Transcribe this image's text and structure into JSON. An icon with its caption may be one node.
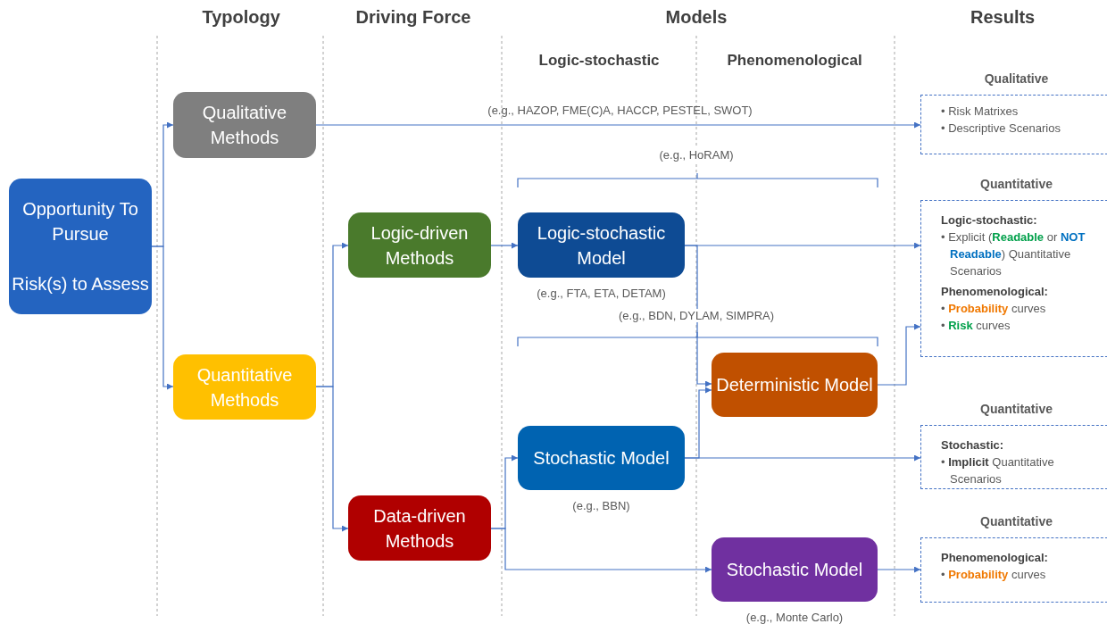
{
  "diagram": {
    "nodes": [
      {
        "text": [
          "Opportunity To Pursue",
          "Risk(s) to Assess"
        ]
      },
      {
        "text": [
          "Qualitative Methods"
        ]
      },
      {
        "text": [
          "Quantitative Methods"
        ]
      },
      {
        "text": [
          "Logic-driven Methods"
        ]
      },
      {
        "text": [
          "Data-driven Methods"
        ]
      },
      {
        "text": [
          "Logic-stochastic Model"
        ],
        "beside": [
          "(e.g., FTA, ETA, DETAM)"
        ]
      },
      {
        "text": [
          "Deterministic Model"
        ]
      },
      {
        "text": [
          "Stochastic Model"
        ],
        "beside": [
          "(e.g., BBN)"
        ]
      },
      {
        "text": [
          "Stochastic Model"
        ],
        "beside": [
          "(e.g., Monte Carlo)"
        ]
      },
      {
        "text": [
          "Qualitative",
          "• Risk Matrixes",
          "• Descriptive Scenarios"
        ]
      },
      {
        "text": [
          "Quantitative",
          "Logic-stochastic:",
          "• Explicit (**Readable** or **NOT Readable**) Quantitative Scenarios",
          "Phenomenological:",
          "• **Probability** curves",
          "• **Risk** curves"
        ]
      },
      {
        "text": [
          "Quantitative",
          "Stochastic:",
          "• **Implicit** Quantitative Scenarios"
        ]
      },
      {
        "text": [
          "Quantitative",
          "Phenomenological:",
          "• **Probability** curves"
        ]
      }
    ],
    "edges": [
      {
        "from": 0,
        "to": 1,
        "arrow": "to"
      },
      {
        "from": 0,
        "to": 2,
        "arrow": "to"
      },
      {
        "from": 1,
        "to": 9,
        "arrow": "to",
        "label": "(e.g., HAZOP, FME(C)A, HACCP, PESTEL, SWOT)"
      },
      {
        "from": 2,
        "to": 3,
        "arrow": "to"
      },
      {
        "from": 2,
        "to": 4,
        "arrow": "to"
      },
      {
        "from": 3,
        "to": 5,
        "arrow": "to"
      },
      {
        "from": 5,
        "to": 10,
        "arrow": "to"
      },
      {
        "from": 5,
        "to": 6,
        "arrow": "to"
      },
      {
        "from": 7,
        "to": 6,
        "arrow": "to"
      },
      {
        "from": 7,
        "to": 11,
        "arrow": "to"
      },
      {
        "from": 6,
        "to": 10,
        "arrow": "to"
      },
      {
        "from": 4,
        "to": 7,
        "arrow": "to"
      },
      {
        "from": 4,
        "to": 8,
        "arrow": "to"
      },
      {
        "from": 8,
        "to": 12,
        "arrow": "to"
      }
    ],
    "labels": [
      "Typology",
      "Driving Force",
      "Models",
      "Logic-stochastic",
      "Phenomenological",
      "Results",
      "(e.g., HoRAM)",
      "(e.g., BDN, DYLAM, SIMPRA)"
    ]
  }
}
